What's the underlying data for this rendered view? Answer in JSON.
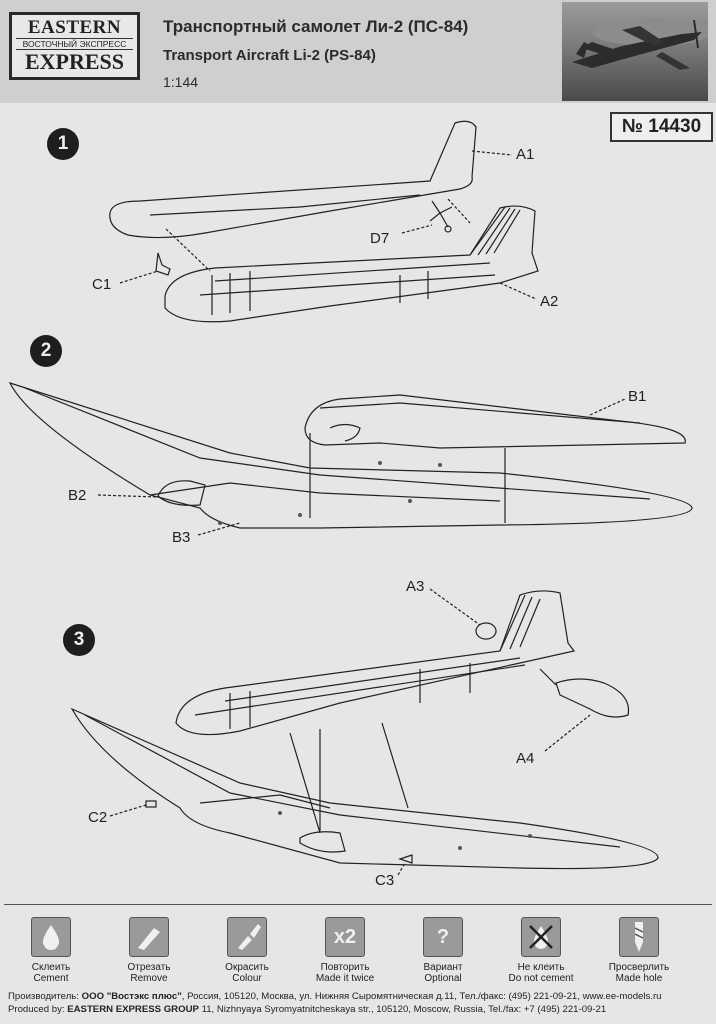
{
  "header": {
    "logo_line1": "EASTERN",
    "logo_line2": "ВОСТОЧНЫЙ ЭКСПРЕСС",
    "logo_line3": "EXPRESS",
    "title_ru": "Транспортный самолет Ли-2 (ПС-84)",
    "title_en": "Transport Aircraft Li-2 (PS-84)",
    "scale": "1:144"
  },
  "kit_number": "№ 14430",
  "steps": [
    "1",
    "2",
    "3"
  ],
  "parts": {
    "a1": "A1",
    "d7": "D7",
    "c1": "C1",
    "a2": "A2",
    "b1": "B1",
    "b2": "B2",
    "b3": "B3",
    "a3": "A3",
    "a4": "A4",
    "c2": "C2",
    "c3": "C3"
  },
  "legend": [
    {
      "icon": "drop-icon",
      "ru": "Склеить",
      "en": "Cement"
    },
    {
      "icon": "knife-icon",
      "ru": "Отрезать",
      "en": "Remove"
    },
    {
      "icon": "brush-icon",
      "ru": "Окрасить",
      "en": "Colour"
    },
    {
      "icon": "x2-icon",
      "glyph": "x2",
      "ru": "Повторить",
      "en": "Made it twice"
    },
    {
      "icon": "question-icon",
      "glyph": "?",
      "ru": "Вариант",
      "en": "Optional"
    },
    {
      "icon": "no-glue-icon",
      "ru": "Не клеить",
      "en": "Do not cement"
    },
    {
      "icon": "drill-icon",
      "ru": "Просверлить",
      "en": "Made hole"
    }
  ],
  "footer": {
    "ru_label": "Производитель:",
    "ru_company": "ООО \"Востэкс плюс\"",
    "ru_rest": ", Россия, 105120, Москва, ул. Нижняя Сыромятническая д.11, Тел./факс: (495) 221-09-21, www.ee-models.ru",
    "en_label": "Produced by:",
    "en_company": "EASTERN EXPRESS GROUP",
    "en_rest": " 11, Nizhnyaya Syromyatnitcheskaya str., 105120, Moscow, Russia, Tel./fax: +7 (495) 221-09-21"
  }
}
